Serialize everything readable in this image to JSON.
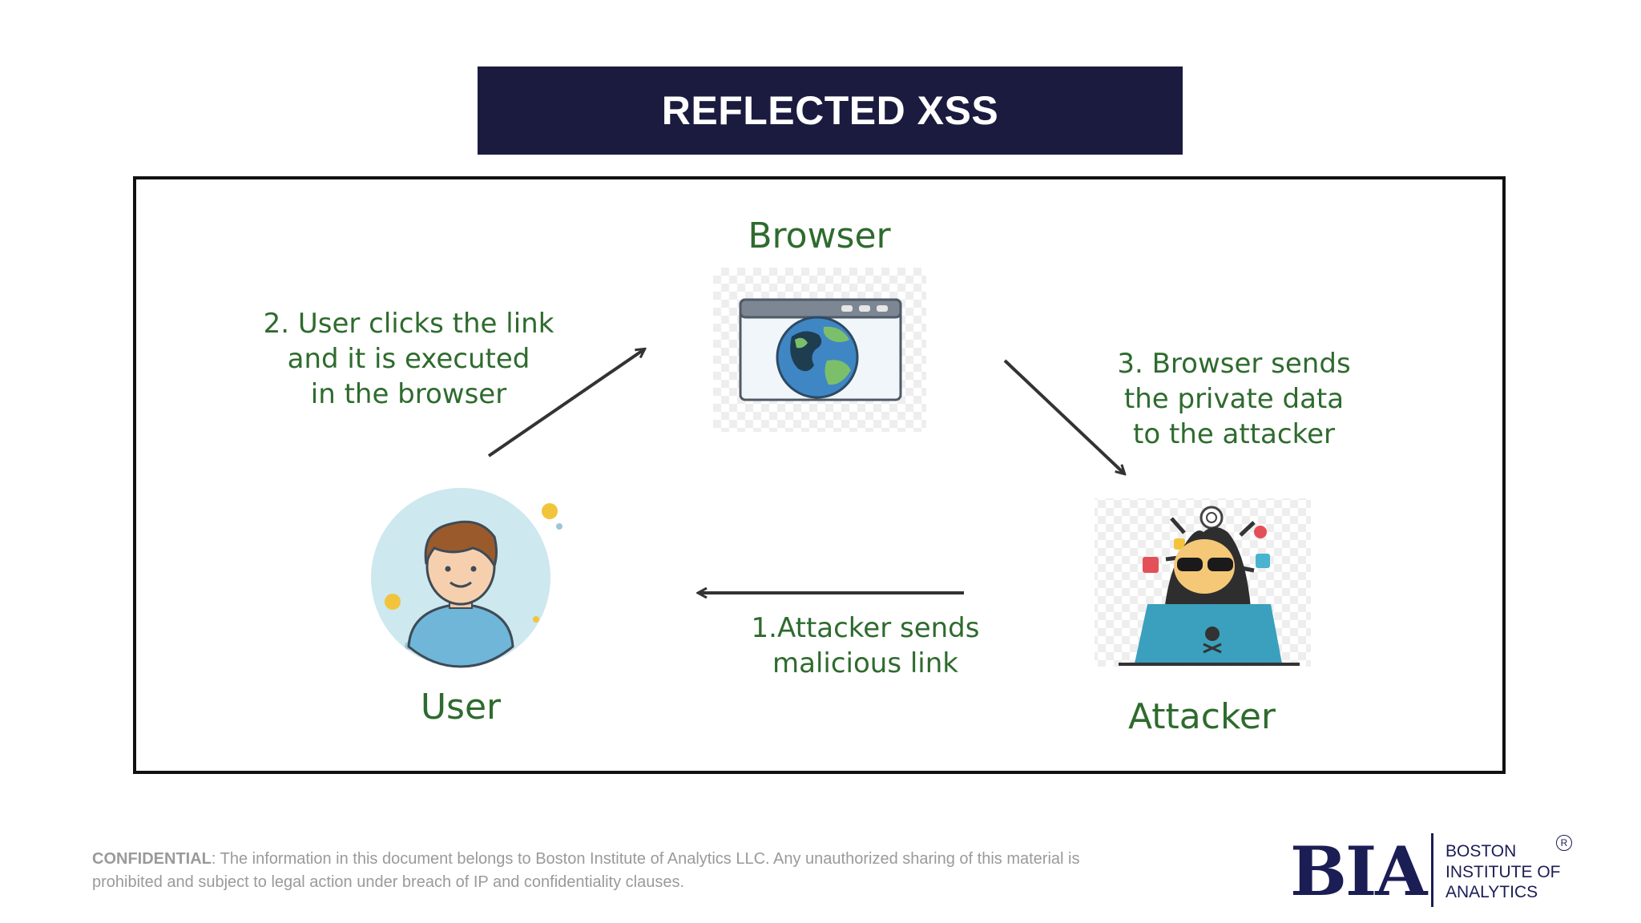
{
  "slide": {
    "title": "REFLECTED XSS"
  },
  "diagram": {
    "nodes": {
      "browser": "Browser",
      "user": "User",
      "attacker": "Attacker"
    },
    "steps": {
      "step1": [
        "1.Attacker sends",
        "malicious link"
      ],
      "step2": [
        "2. User clicks the link",
        "and  it is executed",
        "in the browser"
      ],
      "step3": [
        "3. Browser sends",
        "the private data",
        "to the attacker"
      ]
    },
    "colors": {
      "label_green": "#2e6b2e",
      "title_bar": "#1b1b40",
      "frame": "#111111"
    }
  },
  "footer": {
    "confidential_label": "CONFIDENTIAL",
    "confidential_text": ": The information in this document belongs to Boston Institute of Analytics LLC. Any unauthorized sharing of this material is prohibited and subject to legal action under breach of IP and confidentiality clauses."
  },
  "logo": {
    "mark": "BIA",
    "line1": "BOSTON",
    "line2": "INSTITUTE OF",
    "line3": "ANALYTICS",
    "registered": "R"
  }
}
